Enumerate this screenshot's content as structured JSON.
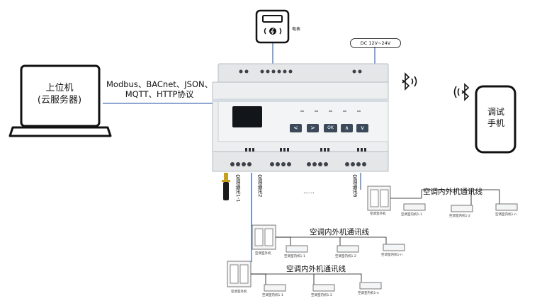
{
  "laptop": {
    "line1": "上位机",
    "line2": "(云服务器)"
  },
  "protocol": {
    "line1": "Modbus、BACnet、JSON、",
    "line2": "MQTT、HTTP协议"
  },
  "meter": {
    "label": "电表"
  },
  "power": {
    "label": "DC 12V~24V"
  },
  "phone": {
    "line1": "调试",
    "line2": "手机"
  },
  "buttons": {
    "left": "<",
    "right": ">",
    "ok": "OK",
    "up": "∧",
    "down": "∨"
  },
  "ports": {
    "port1": "空调通讯1-1",
    "port2": "空调通讯2",
    "port6": "空调通讯6"
  },
  "ellipsis": "……",
  "groups": [
    {
      "title": "空调内外机通讯线",
      "outdoor": "空调室外机",
      "indoor": [
        "空调室内机1-1",
        "空调室内机1-2",
        "空调室内机1-n"
      ]
    },
    {
      "title": "空调内外机通讯线",
      "outdoor": "空调室外机",
      "indoor": [
        "空调室内机1-1",
        "空调室内机1-2",
        "空调室内机1-n"
      ]
    },
    {
      "title": "空调内外机通讯线",
      "outdoor": "空调室外机",
      "indoor": [
        "空调室内机1-1",
        "空调室内机1-2",
        "空调室内机1-n"
      ]
    }
  ],
  "colors": {
    "link": "#4a72b8",
    "device": "#e6e8ea",
    "dark": "#2b3440",
    "buttons": "#3b4a5a"
  }
}
